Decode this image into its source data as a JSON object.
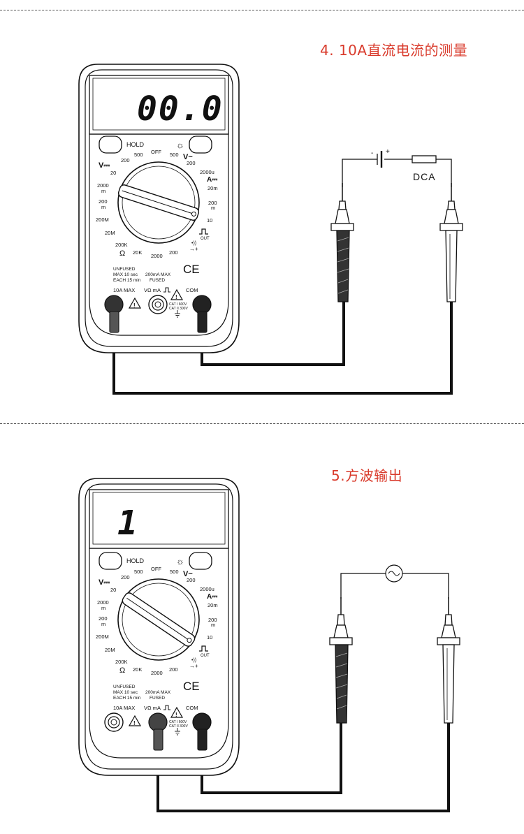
{
  "sections": [
    {
      "title": "4. 10A直流电流的测量",
      "display": "00.0",
      "load_label": "DCA",
      "battery_minus": "-",
      "battery_plus": "+"
    },
    {
      "title": "5.方波输出",
      "display": "1"
    }
  ],
  "meter": {
    "hold": "HOLD",
    "sun": "☼",
    "range_labels": {
      "off": "OFF",
      "v500_l": "500",
      "v500_r": "500",
      "v200_l": "200",
      "v200_r": "200",
      "vdc": "V⎓",
      "vac": "V~",
      "v20": "20",
      "v2000m": "2000",
      "m1": "m",
      "v200m": "200",
      "m2": "m",
      "r200M": "200M",
      "r20M": "20M",
      "r200K": "200K",
      "r20K": "20K",
      "r2000": "2000",
      "r200": "200",
      "ohm": "Ω",
      "a2000u": "2000u",
      "adc": "A⎓",
      "a20m": "20m",
      "a200m": "200",
      "m3": "m",
      "a10": "10",
      "out": "OUT",
      "buzz": "•))",
      "diode": "→+"
    },
    "warnings": {
      "line1": "UNFUSED",
      "line2": "MAX  10 sec",
      "line3": "EACH 15 min",
      "line4": "200mA MAX",
      "line5": "FUSED"
    },
    "ports": {
      "a10": "10A MAX",
      "vohm": "VΩ mA",
      "com": "COM"
    },
    "cat1": "CAT I 600V",
    "cat2": "CAT II 300V",
    "ce": "CE"
  },
  "colors": {
    "title": "#d93a2b",
    "ink": "#111111"
  }
}
